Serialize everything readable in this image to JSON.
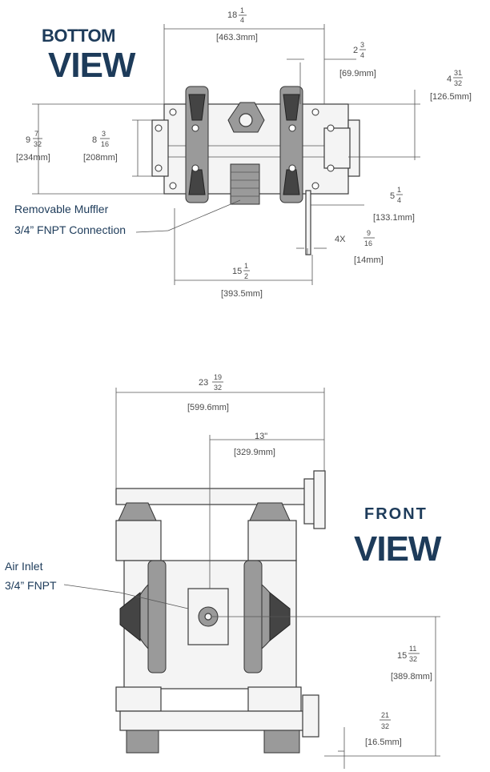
{
  "bottom_view": {
    "title_line1": "BOTTOM",
    "title_line2": "VIEW",
    "dims": {
      "overall_width": {
        "whole": "18",
        "num": "1",
        "den": "4",
        "mm": "[463.3mm]"
      },
      "port_offset": {
        "whole": "2",
        "num": "3",
        "den": "4",
        "mm": "[69.9mm]"
      },
      "port_height": {
        "whole": "4",
        "num": "31",
        "den": "32",
        "mm": "[126.5mm]"
      },
      "outer_height": {
        "whole": "9",
        "num": "7",
        "den": "32",
        "mm": "[234mm]"
      },
      "inner_height": {
        "whole": "8",
        "num": "3",
        "den": "16",
        "mm": "[208mm]"
      },
      "mount_depth": {
        "whole": "5",
        "num": "1",
        "den": "4",
        "mm": "[133.1mm]"
      },
      "hole_count": "4X",
      "hole_dia": {
        "num": "9",
        "den": "16",
        "mm": "[14mm]"
      },
      "base_width": {
        "whole": "15",
        "num": "1",
        "den": "2",
        "mm": "[393.5mm]"
      }
    },
    "muffler_label_line1": "Removable Muffler",
    "muffler_label_line2": "3/4” FNPT Connection"
  },
  "front_view": {
    "title_line1": "FRONT",
    "title_line2": "VIEW",
    "dims": {
      "overall_width": {
        "whole": "23",
        "num": "19",
        "den": "32",
        "mm": "[599.6mm]"
      },
      "center_offset": {
        "text": "13\"",
        "mm": "[329.9mm]"
      },
      "inlet_height": {
        "whole": "15",
        "num": "11",
        "den": "32",
        "mm": "[389.8mm]"
      },
      "foot_height": {
        "num": "21",
        "den": "32",
        "mm": "[16.5mm]"
      }
    },
    "air_inlet_line1": "Air Inlet",
    "air_inlet_line2": "3/4” FNPT"
  },
  "colors": {
    "title": "#1d3b5a",
    "dimension_text": "#4a4a4a",
    "line": "#555555"
  }
}
